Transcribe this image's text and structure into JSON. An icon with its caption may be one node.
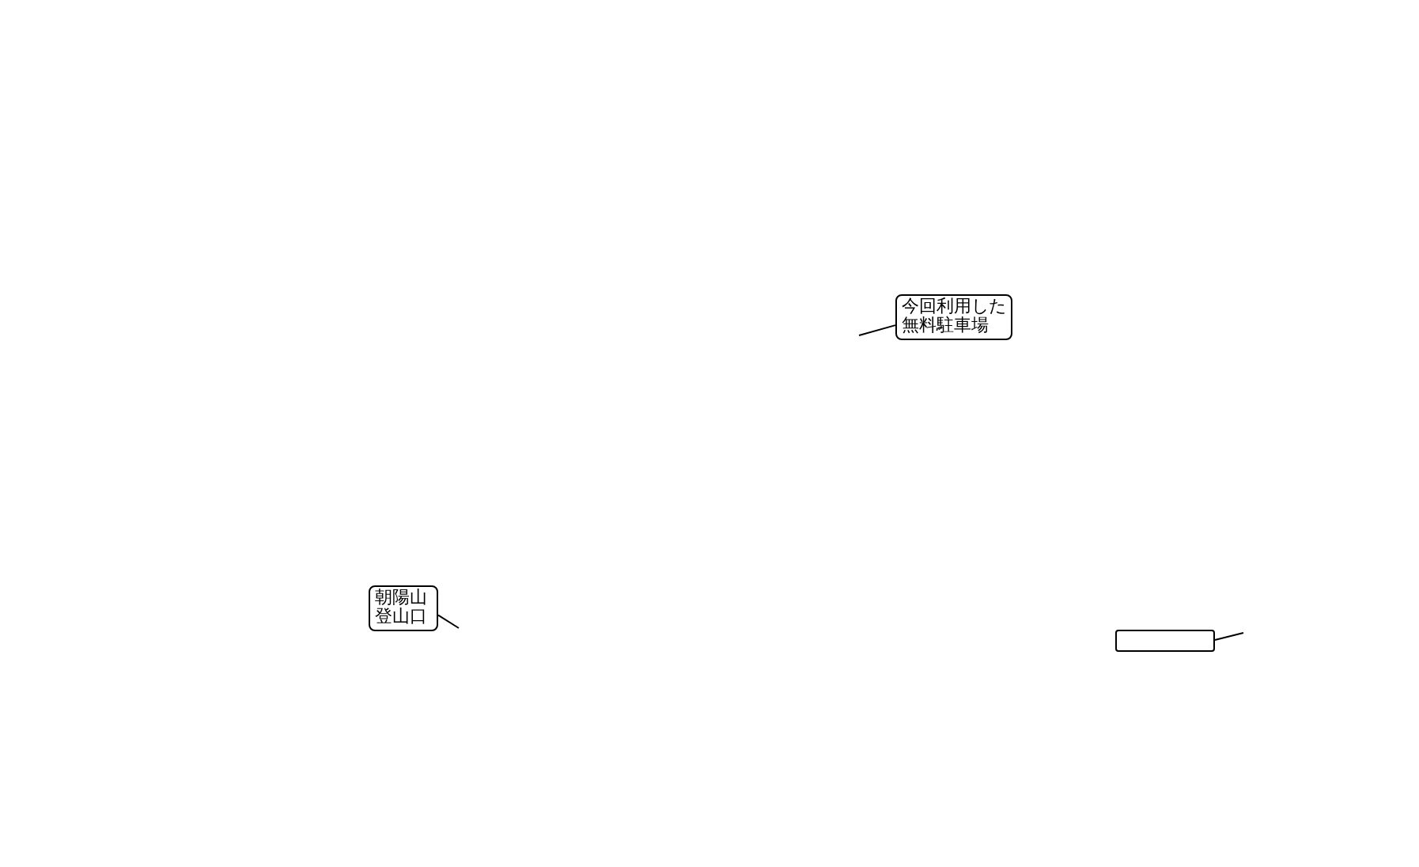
{
  "diagram": {
    "nodes": [
      {
        "text": [
          "今回利用した無料駐車場"
        ]
      },
      {
        "text": [
          "朝陽山登山口"
        ]
      },
      {
        "text": [],
        "shape": "box"
      }
    ],
    "edges": [
      {
        "from": 0,
        "to": null,
        "arrow": "none"
      },
      {
        "from": 1,
        "to": null,
        "arrow": "none"
      },
      {
        "from": 2,
        "to": null,
        "arrow": "none"
      }
    ]
  }
}
